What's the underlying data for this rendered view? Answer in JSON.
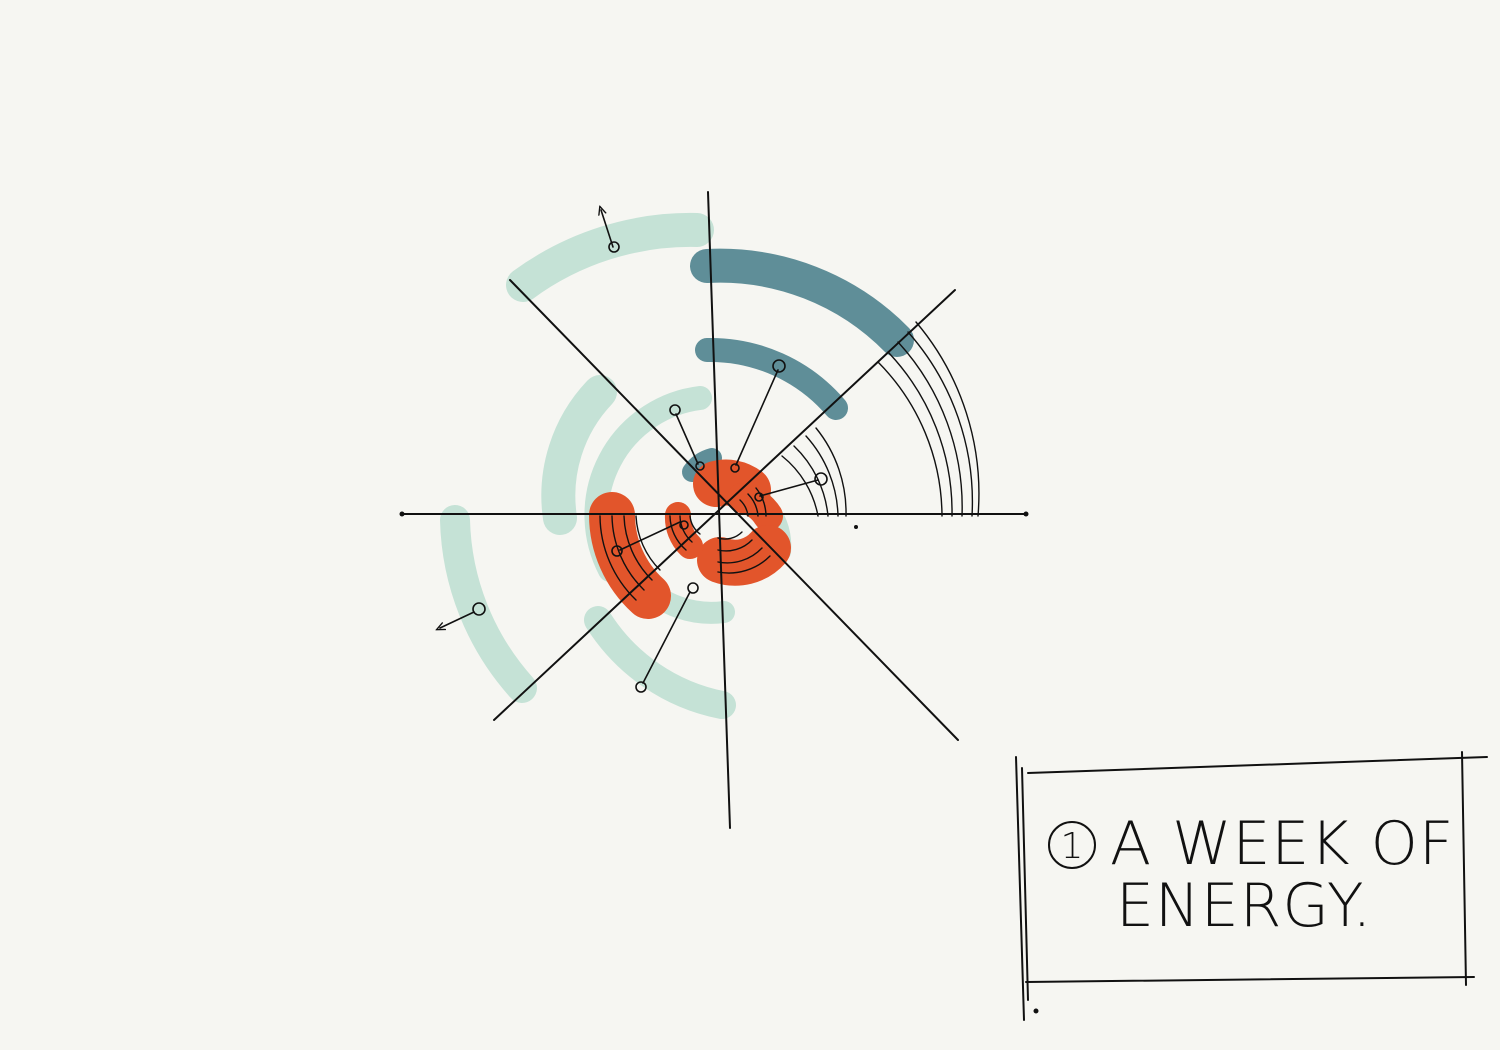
{
  "caption": {
    "number": "1",
    "line1": "A WEEK OF",
    "line2": "ENERGY."
  },
  "colors": {
    "background": "#f6f6f2",
    "ink": "#111111",
    "mint": "#c5e2d6",
    "slate_teal": "#5f8e98",
    "orange": "#e2552b"
  }
}
